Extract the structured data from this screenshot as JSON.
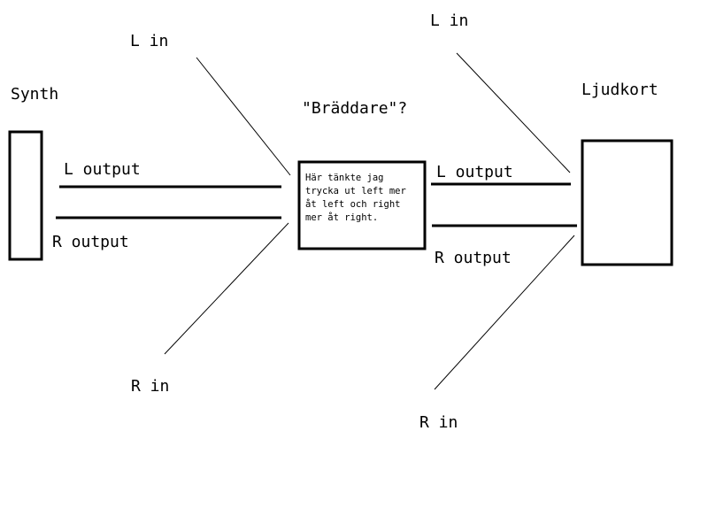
{
  "labels": {
    "synth": "Synth",
    "synth_l_output": "L output",
    "synth_r_output": "R output",
    "left_l_in": "L in",
    "left_r_in": "R in",
    "middle_title": "\"Bräddare\"?",
    "right_l_output": "L output",
    "right_r_output": "R output",
    "right_l_in": "L in",
    "right_r_in": "R in",
    "ljudkort": "Ljudkort"
  },
  "note": {
    "lines": [
      "Här tänkte jag",
      "trycka ut left mer",
      "åt left och right",
      "mer åt right."
    ]
  }
}
